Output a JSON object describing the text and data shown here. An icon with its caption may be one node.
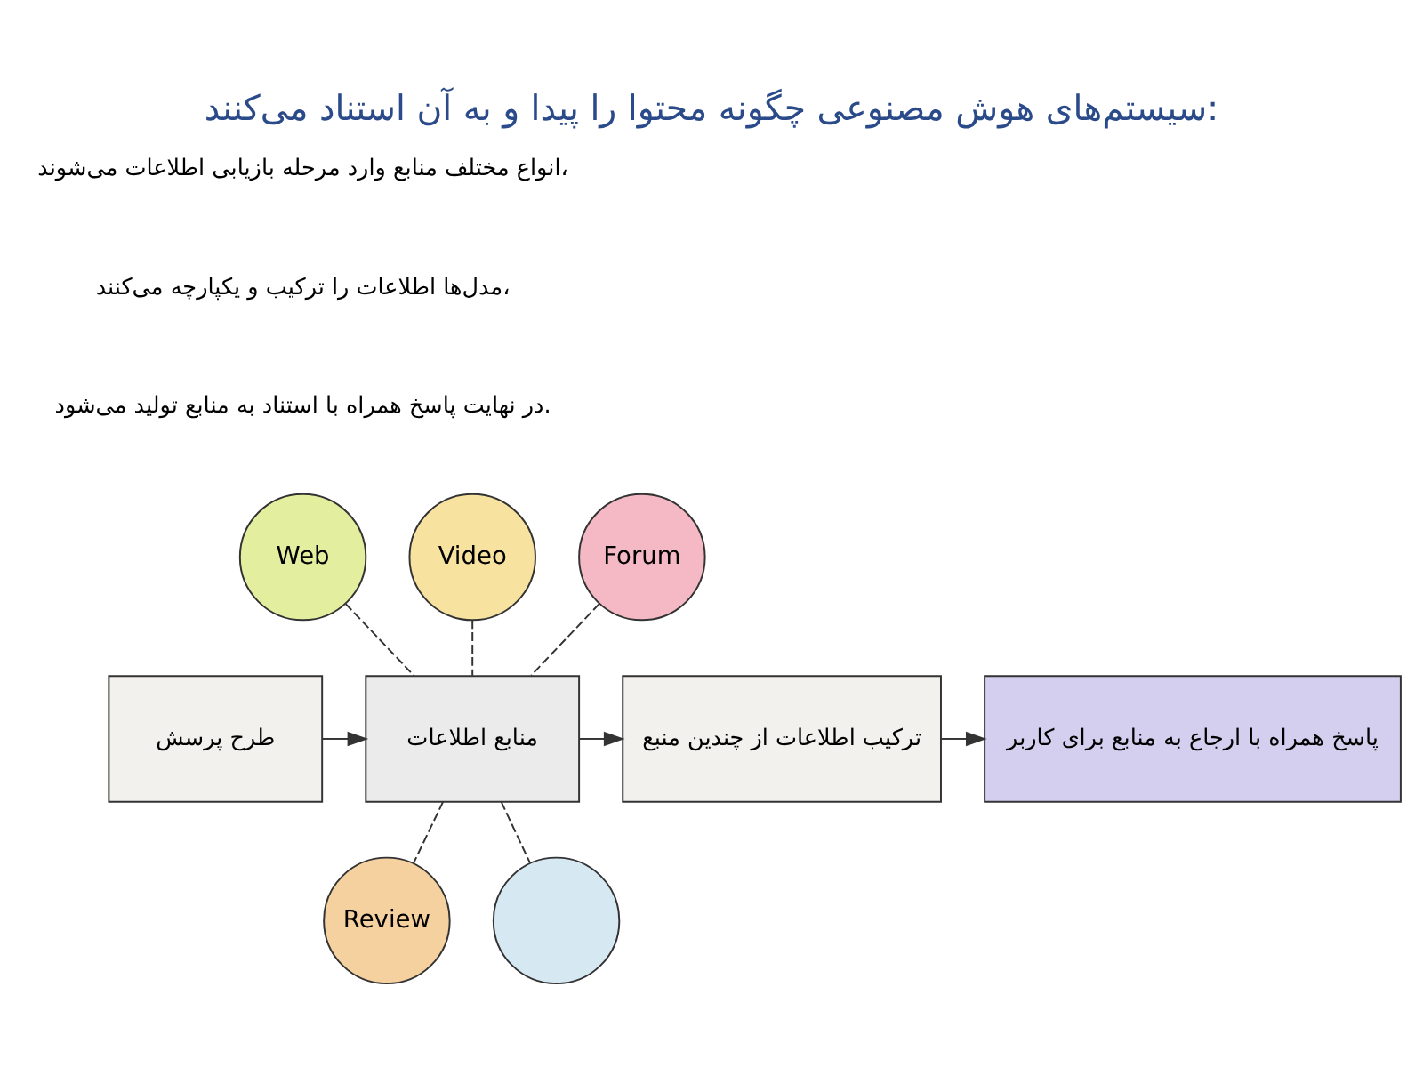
{
  "diagram": {
    "title": "سیستم‌های هوش مصنوعی چگونه محتوا را پیدا و به آن استناد می‌کنند:",
    "nodes": [
      {
        "text": [
          "Web"
        ]
      },
      {
        "text": [
          "Video"
        ]
      },
      {
        "text": [
          "Forum"
        ]
      },
      {
        "text": [
          "طرح پرسش"
        ]
      },
      {
        "text": [
          "منابع اطلاعات"
        ]
      },
      {
        "text": [
          "ترکیب اطلاعات از چندین منبع"
        ]
      },
      {
        "text": [
          "پاسخ همراه با ارجاع به منابع برای کاربر"
        ]
      },
      {
        "text": [
          "Review"
        ]
      },
      {
        "text": [],
        "shape": "circle"
      }
    ],
    "edges": [
      {
        "from": 0,
        "to": 4,
        "arrow": "none",
        "style": "dashed"
      },
      {
        "from": 1,
        "to": 4,
        "arrow": "none",
        "style": "dashed"
      },
      {
        "from": 2,
        "to": 4,
        "arrow": "none",
        "style": "dashed"
      },
      {
        "from": 3,
        "to": 4,
        "arrow": "to"
      },
      {
        "from": 4,
        "to": 5,
        "arrow": "to"
      },
      {
        "from": 5,
        "to": 6,
        "arrow": "to"
      },
      {
        "from": 4,
        "to": 7,
        "arrow": "none",
        "style": "dashed"
      },
      {
        "from": 4,
        "to": 8,
        "arrow": "none",
        "style": "dashed"
      }
    ],
    "labels": [
      "انواع مختلف منابع وارد مرحله بازیابی اطلاعات می‌شوند،",
      "مدل‌ها اطلاعات را ترکیب و یکپارچه می‌کنند،",
      "در نهایت پاسخ همراه با استناد به منابع تولید می‌شود."
    ]
  }
}
